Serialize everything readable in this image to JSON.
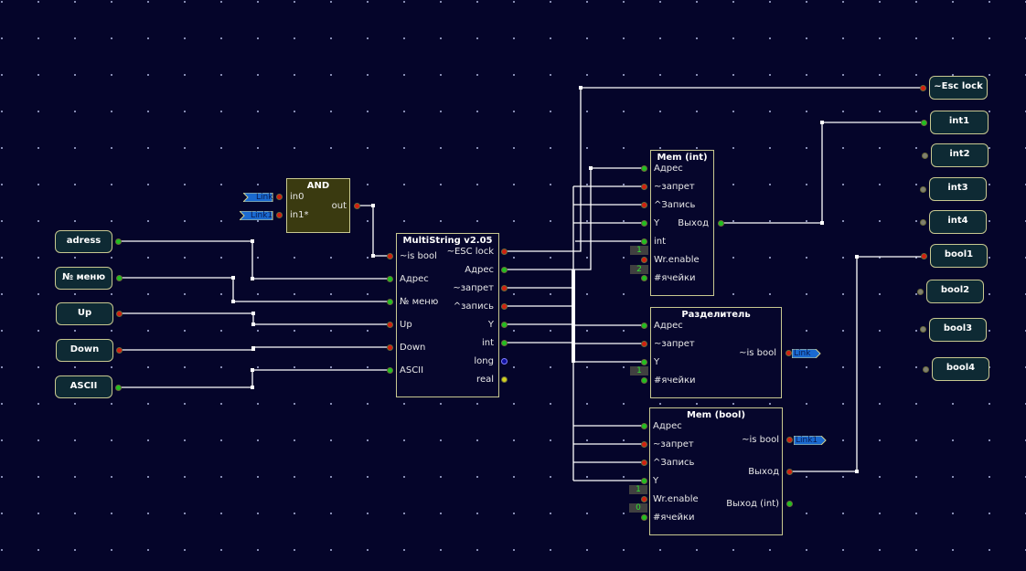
{
  "blocks": {
    "and": {
      "title": "AND",
      "inputs": [
        "in0",
        "in1*"
      ],
      "outputs": [
        "out"
      ]
    },
    "multistring": {
      "title": "MultiString v2.05",
      "inputs": [
        "~is bool",
        "Адрес",
        "№ меню",
        "Up",
        "Down",
        "ASCII"
      ],
      "outputs": [
        "~ESC lock",
        "Адрес",
        "~запрет",
        "^запись",
        "Y",
        "int",
        "long",
        "real"
      ]
    },
    "mem_int": {
      "title": "Mem (int)",
      "inputs": [
        "Адрес",
        "~запрет",
        "^Запись",
        "Y",
        "int",
        "Wr.enable",
        "#ячейки"
      ],
      "outputs": [
        "Выход"
      ],
      "constants": [
        "1",
        "2"
      ]
    },
    "splitter": {
      "title": "Разделитель",
      "inputs": [
        "Адрес",
        "~запрет",
        "Y",
        "#ячейки"
      ],
      "outputs": [
        "~is bool"
      ],
      "constants": [
        "1"
      ]
    },
    "mem_bool": {
      "title": "Mem (bool)",
      "inputs": [
        "Адрес",
        "~запрет",
        "^Запись",
        "Y",
        "Wr.enable",
        "#ячейки"
      ],
      "outputs": [
        "~is bool",
        "Выход",
        "Выход (int)"
      ],
      "constants": [
        "1",
        "0"
      ]
    }
  },
  "input_terminals": [
    "adress",
    "№ меню",
    "Up",
    "Down",
    "ASCII"
  ],
  "output_terminals": [
    "~Esc lock",
    "int1",
    "int2",
    "int3",
    "int4",
    "bool1",
    "bool2",
    "bool3",
    "bool4"
  ],
  "links": {
    "and_in0": "Link",
    "and_in1": "Link1",
    "splitter_out": "Link",
    "mem_bool_out": "Link1"
  },
  "colors": {
    "background": "#05052a",
    "wire": "#ffffff",
    "border": "#c8c890",
    "bool_pin": "#d22010",
    "int_pin": "#20c020",
    "link": "#1a6ad0"
  }
}
